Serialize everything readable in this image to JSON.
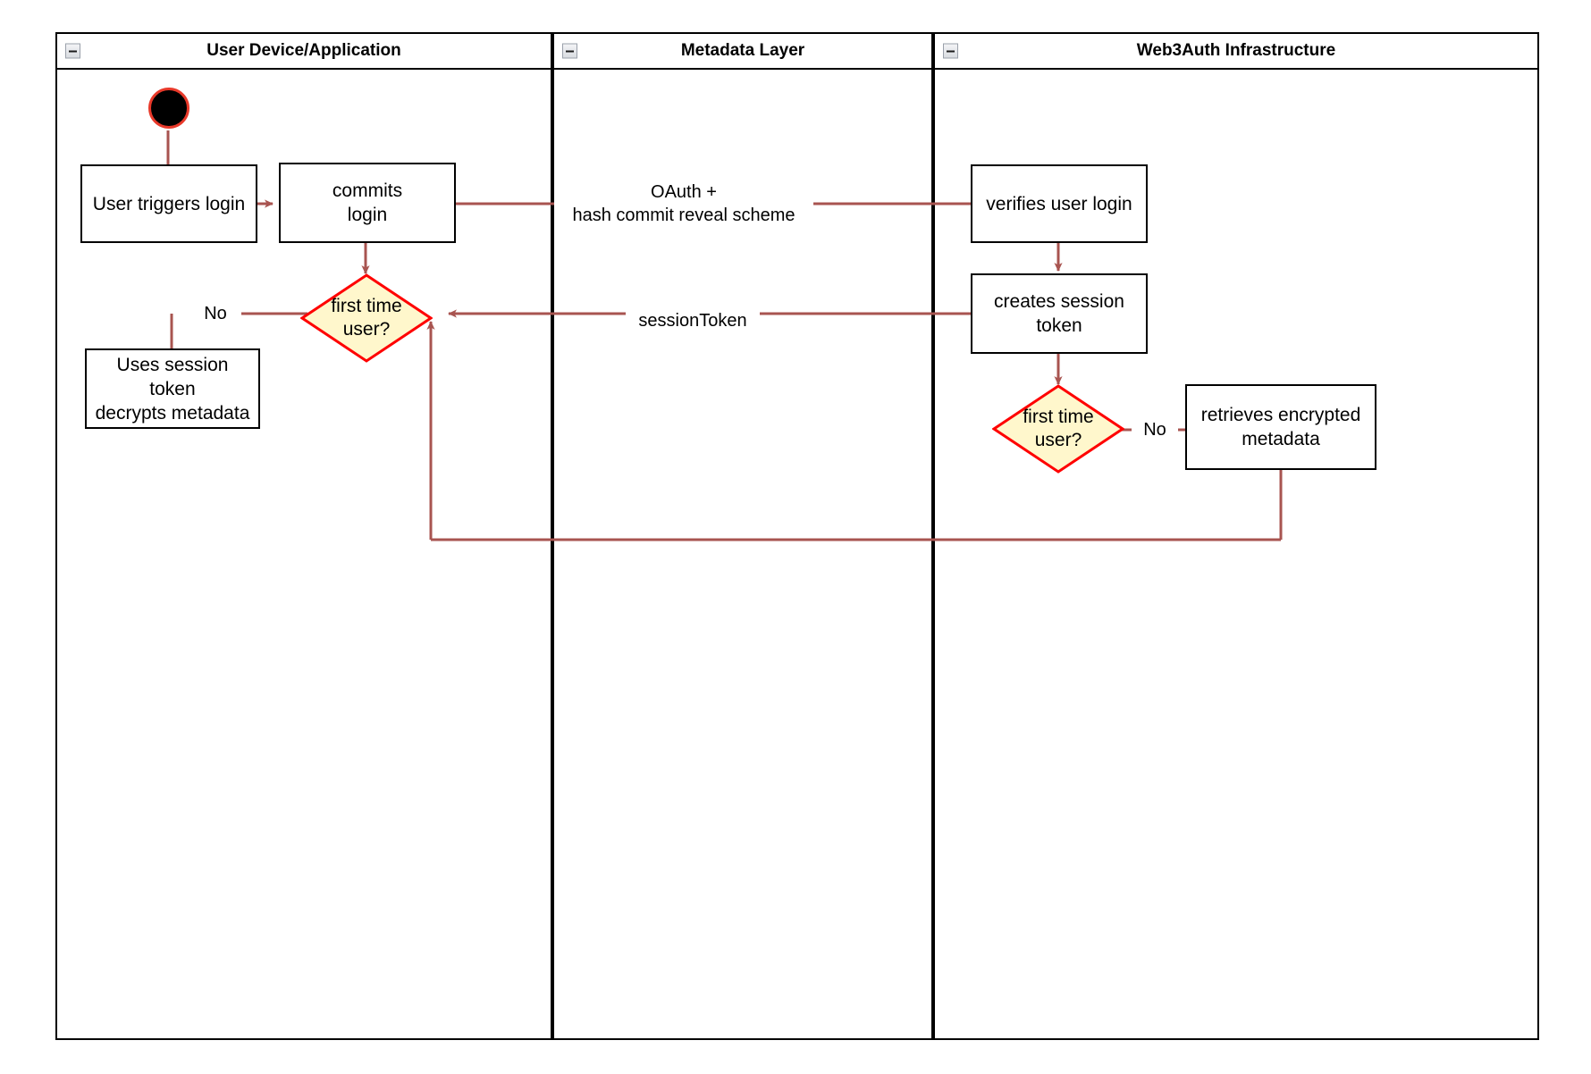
{
  "diagram": {
    "type": "uml-activity-swimlane",
    "colors": {
      "edge": "#a85450",
      "decision_border": "#ff0000",
      "decision_fill": "#fff7cc",
      "node_border": "#000000",
      "node_fill": "#ffffff",
      "start_ring": "#e8392a",
      "start_fill": "#000000",
      "lane_border": "#000000",
      "text": "#000000"
    }
  },
  "lanes": [
    {
      "id": "lane-user-device",
      "title": "User Device/Application",
      "collapse_icon": "collapse-minus-icon"
    },
    {
      "id": "lane-metadata",
      "title": "Metadata Layer",
      "collapse_icon": "collapse-minus-icon"
    },
    {
      "id": "lane-web3auth",
      "title": "Web3Auth Infrastructure",
      "collapse_icon": "collapse-minus-icon"
    }
  ],
  "nodes": {
    "start": {
      "name": "start-node",
      "label": ""
    },
    "user_triggers_login": {
      "label": "User triggers login"
    },
    "commits_login": {
      "label": "commits\nlogin"
    },
    "first_time_user_left": {
      "label": "first time\nuser?"
    },
    "uses_session_token": {
      "label": "Uses session\ntoken\ndecrypts metadata"
    },
    "verifies_user_login": {
      "label": "verifies user login"
    },
    "creates_session_token": {
      "label": "creates session\ntoken"
    },
    "first_time_user_right": {
      "label": "first time\nuser?"
    },
    "retrieves_encrypted_metadata": {
      "label": "retrieves encrypted\nmetadata"
    }
  },
  "edge_labels": {
    "oauth": "OAuth +\nhash commit reveal scheme",
    "session_token": "sessionToken",
    "no_left": "No",
    "no_right": "No"
  }
}
